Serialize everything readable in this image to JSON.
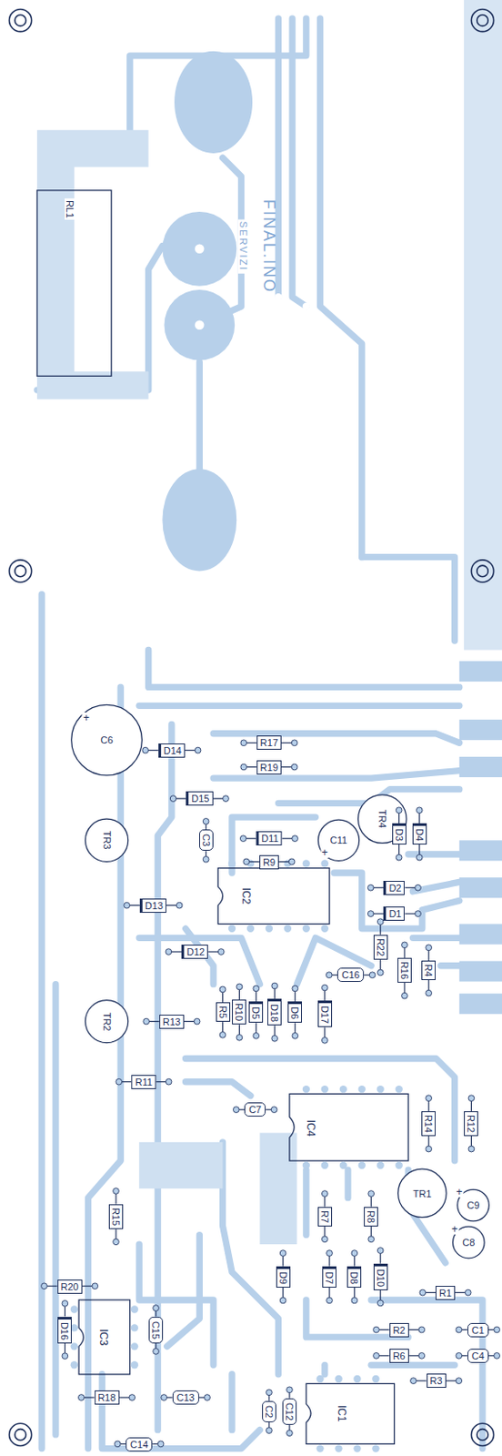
{
  "diagram": {
    "labels": [
      "RL1",
      "FINAL.INO",
      "SERVIZI",
      "C6",
      "D14",
      "R17",
      "R19",
      "D15",
      "TR3",
      "C3",
      "D11",
      "R9",
      "C11",
      "TR4",
      "D3",
      "D4",
      "IC2",
      "D13",
      "D2",
      "D1",
      "R22",
      "D12",
      "C16",
      "R16",
      "R4",
      "TR2",
      "R13",
      "R5",
      "R10",
      "D5",
      "D18",
      "D6",
      "D17",
      "R11",
      "C7",
      "IC4",
      "R14",
      "R12",
      "R15",
      "R7",
      "R8",
      "TR1",
      "C9",
      "C8",
      "D9",
      "D7",
      "D8",
      "D10",
      "R1",
      "R20",
      "D16",
      "IC3",
      "C15",
      "R2",
      "R6",
      "C1",
      "C4",
      "R3",
      "R18",
      "C13",
      "C2",
      "C12",
      "IC1",
      "C14",
      "+",
      "+",
      "+",
      "+"
    ]
  }
}
